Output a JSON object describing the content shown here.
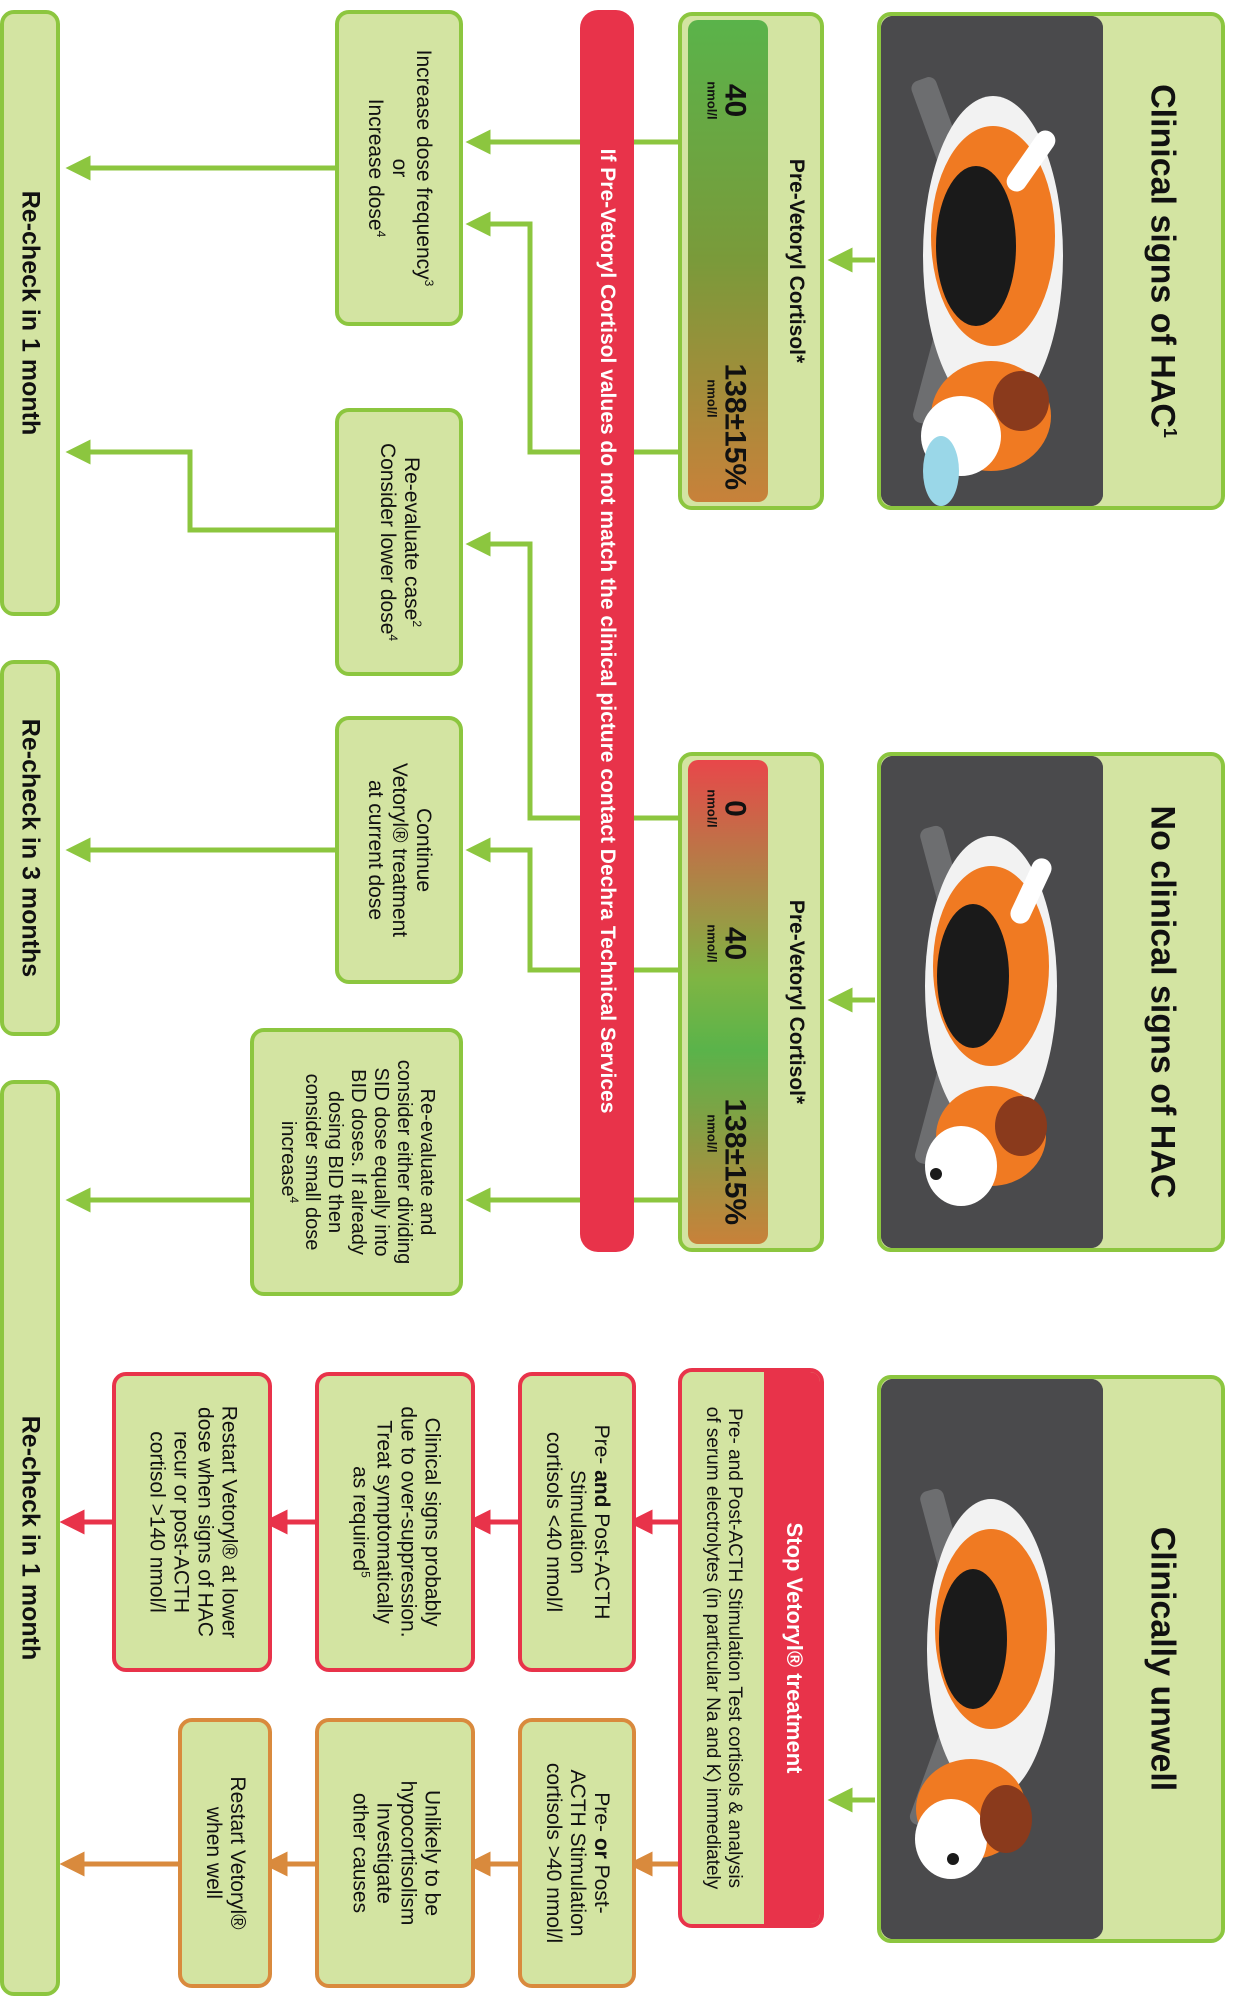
{
  "columns": [
    {
      "title": "Clinical signs of HAC",
      "title_sup": "1",
      "cortisol_header": "Pre-Vetoryl Cortisol*",
      "markers": [
        {
          "value": "40",
          "unit": "nmol/l"
        },
        {
          "value": "138±15%",
          "unit": "nmol/l"
        }
      ]
    },
    {
      "title": "No clinical signs of HAC",
      "cortisol_header": "Pre-Vetoryl Cortisol*",
      "markers": [
        {
          "value": "0",
          "unit": "nmol/l"
        },
        {
          "value": "40",
          "unit": "nmol/l"
        },
        {
          "value": "138±15%",
          "unit": "nmol/l"
        }
      ]
    },
    {
      "title": "Clinically unwell",
      "stop_header": "Stop Vetoryl® treatment",
      "stop_body": [
        "Pre- and Post-ACTH Stimulation Test cortisols & analysis",
        "of serum electrolytes (in particular Na and K) immediately"
      ]
    }
  ],
  "banner": "If Pre-Vetoryl Cortisol values do not match the clinical picture contact Dechra Technical Services",
  "actions": {
    "increase": [
      "Increase dose frequency",
      "or",
      "Increase dose"
    ],
    "increase_sups": [
      "3",
      "4"
    ],
    "reevaluate_lower": [
      "Re-evaluate case",
      "Consider lower dose"
    ],
    "reevaluate_lower_sups": [
      "2",
      "4"
    ],
    "continue": [
      "Continue",
      "Vetoryl® treatment",
      "at current dose"
    ],
    "reevaluate_dividing": [
      "Re-evaluate and",
      "consider either dividing",
      "SID dose equally into",
      "BID doses. If already",
      "dosing BID then",
      "consider small dose",
      "increase"
    ],
    "reevaluate_dividing_sup": "4"
  },
  "unwell_red": [
    [
      "Pre- and Post-ACTH",
      "Stimulation",
      "cortisols <40 nmol/l"
    ],
    [
      "Clinical signs probably",
      "due to over-suppression.",
      "Treat symptomatically",
      "as required"
    ],
    [
      "Restart Vetoryl® at lower",
      "dose when signs of HAC",
      "recur or post-ACTH",
      "cortisol >140 nmol/l"
    ]
  ],
  "unwell_red_sup": "5",
  "unwell_orange": [
    [
      "Pre- or Post-",
      "ACTH Stimulation",
      "cortisols >40 nmol/l"
    ],
    [
      "Unlikely to be",
      "hypocortisolism",
      "Investigate",
      "other causes"
    ],
    [
      "Restart Vetoryl®",
      "when well"
    ]
  ],
  "rechecks": [
    "Re-check in 1 month",
    "Re-check in 3 months",
    "Re-check in 1 month"
  ],
  "colors": {
    "green_border": "#8cc63f",
    "box_fill": "#d3e4a2",
    "red": "#e8334a",
    "orange": "#d98a3d",
    "photo_bg": "#4a4a4c",
    "dog_orange": "#f07a22"
  },
  "icons": [
    "dog-illustration",
    "water-bowl-icon",
    "arrow-icon"
  ]
}
